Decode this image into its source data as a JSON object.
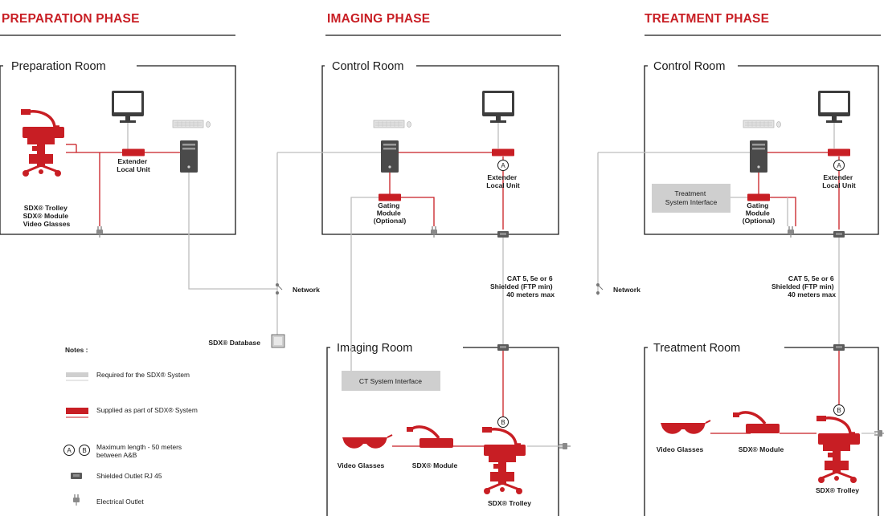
{
  "phases": {
    "preparation": "PREPARATION PHASE",
    "imaging": "IMAGING PHASE",
    "treatment": "TREATMENT PHASE"
  },
  "rooms": {
    "preparation_room": "Preparation Room",
    "control_room_imaging": "Control Room",
    "control_room_treatment": "Control Room",
    "imaging_room": "Imaging Room",
    "treatment_room": "Treatment Room"
  },
  "labels": {
    "prep_trolley": [
      "SDX® Trolley",
      "SDX® Module",
      "Video Glasses"
    ],
    "prep_extender": [
      "Extender",
      "Local Unit"
    ],
    "imaging_extender": [
      "Extender",
      "Local Unit"
    ],
    "treatment_extender": [
      "Extender",
      "Local Unit"
    ],
    "imaging_gating": [
      "Gating",
      "Module",
      "(Optional)"
    ],
    "treatment_gating": [
      "Gating",
      "Module",
      "(Optional)"
    ],
    "treatment_system_interface": [
      "Treatment",
      "System Interface"
    ],
    "ct_system_interface": "CT System Interface",
    "network_left": "Network",
    "network_right": "Network",
    "database": "SDX® Database",
    "cable_imaging": [
      "CAT 5, 5e or 6",
      "Shielded (FTP min)",
      "40 meters max"
    ],
    "cable_treatment": [
      "CAT 5, 5e or 6",
      "Shielded (FTP min)",
      "40 meters max"
    ],
    "imaging_video_glasses": "Video Glasses",
    "imaging_sdx_module": "SDX® Module",
    "imaging_sdx_trolley": "SDX® Trolley",
    "treatment_video_glasses": "Video Glasses",
    "treatment_sdx_module": "SDX® Module",
    "treatment_sdx_trolley": "SDX® Trolley",
    "marker_a": "A",
    "marker_b": "B"
  },
  "notes": {
    "title": "Notes :",
    "required": "Required for the SDX® System",
    "supplied": "Supplied as part of SDX® System",
    "max_length": [
      "Maximum length - 50 meters",
      "between A&B"
    ],
    "shielded_outlet": "Shielded Outlet RJ 45",
    "electrical_outlet": "Electrical Outlet"
  },
  "colors": {
    "brand_red": "#c81e24",
    "required_grey": "#bdbdbd",
    "box_grey": "#cfcfcf",
    "text": "#1a1a1a"
  }
}
